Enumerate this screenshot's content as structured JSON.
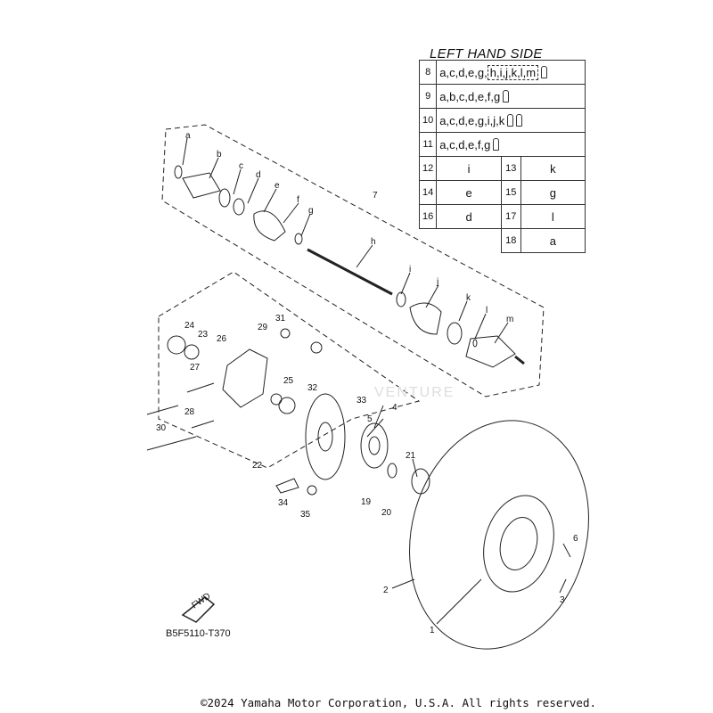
{
  "table": {
    "title": "LEFT HAND SIDE",
    "rows": [
      {
        "num": "8",
        "codes": "a,c,d,e,g,",
        "highlight": "h,i,j,k,l,m",
        "bolts": 1
      },
      {
        "num": "9",
        "codes": "a,b,c,d,e,f,g",
        "bolts": 1
      },
      {
        "num": "10",
        "codes": "a,c,d,e,g,i,j,k",
        "bolts": 2
      },
      {
        "num": "11",
        "codes": "a,c,d,e,f,g",
        "bolts": 1
      }
    ],
    "pairs": [
      {
        "n1": "12",
        "v1": "i",
        "n2": "13",
        "v2": "k"
      },
      {
        "n1": "14",
        "v1": "e",
        "n2": "15",
        "v2": "g"
      },
      {
        "n1": "16",
        "v1": "d",
        "n2": "17",
        "v2": "l"
      },
      {
        "n2": "18",
        "v2": "a"
      }
    ]
  },
  "callouts": {
    "letters": [
      "a",
      "b",
      "c",
      "d",
      "e",
      "f",
      "g",
      "h",
      "i",
      "j",
      "k",
      "l",
      "m"
    ],
    "numbers": [
      "1",
      "2",
      "3",
      "4",
      "5",
      "6",
      "7",
      "19",
      "20",
      "21",
      "22",
      "23",
      "24",
      "25",
      "26",
      "27",
      "28",
      "29",
      "30",
      "31",
      "32",
      "33",
      "34",
      "35"
    ]
  },
  "fwd_label": "FWD",
  "diagram_code": "B5F5110-T370",
  "watermark": "VENTURE",
  "copyright": "©2024 Yamaha Motor Corporation, U.S.A. All rights reserved."
}
